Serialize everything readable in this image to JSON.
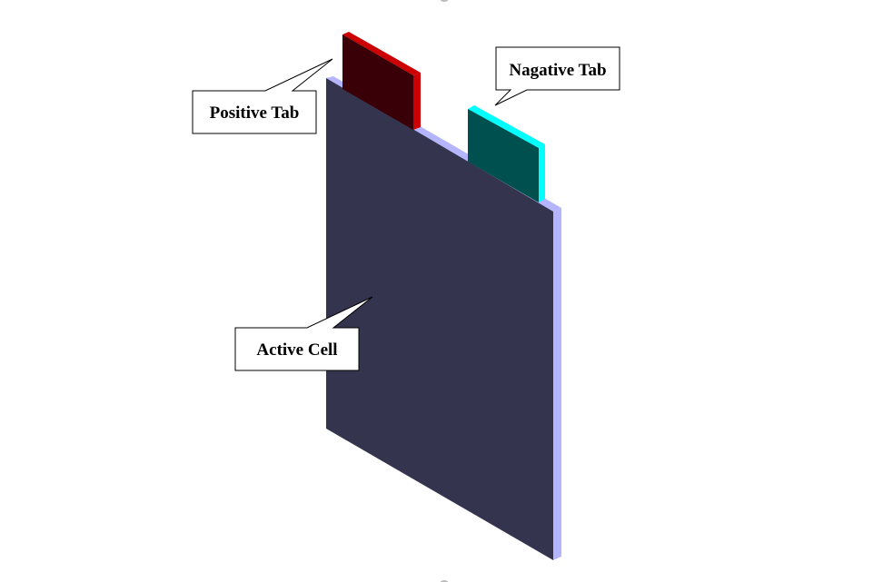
{
  "labels": {
    "positive_tab": "Positive Tab",
    "negative_tab": "Nagative Tab",
    "active_cell": "Active Cell"
  },
  "colors": {
    "cell_face": "#34344e",
    "cell_edge": "#b4b4ff",
    "positive_front": "#3a0008",
    "positive_side": "#cc0000",
    "negative_front": "#005050",
    "negative_side": "#00ffff",
    "callout_stroke": "#000000",
    "callout_fill": "#ffffff"
  }
}
